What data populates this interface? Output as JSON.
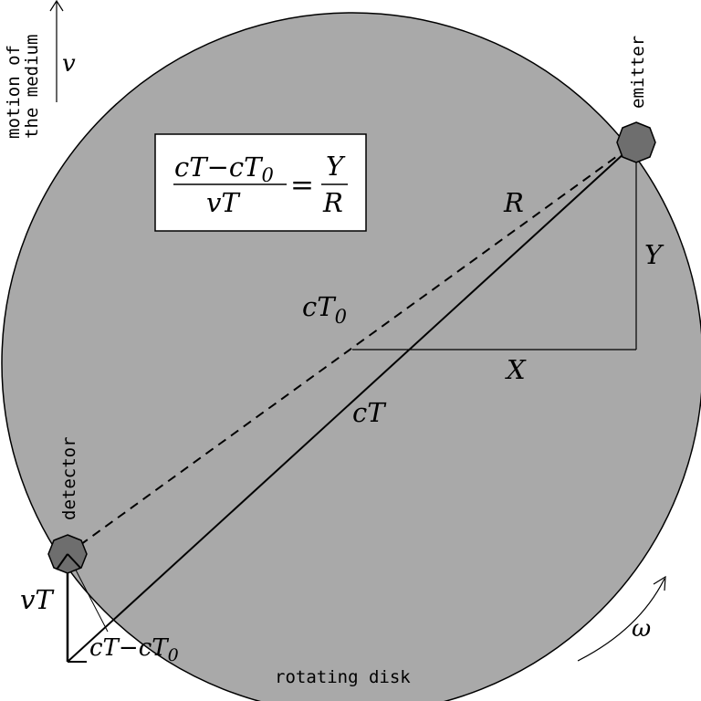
{
  "labels": {
    "motion_line1": "motion of",
    "motion_line2": "the medium",
    "v": "v",
    "emitter": "emitter",
    "detector": "detector",
    "rotating_disk": "rotating disk",
    "R": "R",
    "Y": "Y",
    "X": "X",
    "cT0_T": "cT",
    "cT0_sub": "0",
    "cT": "cT",
    "vT": "vT",
    "cT_minus_cT0_main": "cT−cT",
    "cT_minus_cT0_sub": "0",
    "omega": "ω"
  },
  "formula": {
    "numerator_main": "cT−cT",
    "numerator_sub": "0",
    "denominator": "vT",
    "equals": "=",
    "rhs_numerator": "Y",
    "rhs_denominator": "R"
  },
  "colors": {
    "disk": "#a9a9a9",
    "node": "#6e6e6e",
    "formula_box": "#ffffff"
  }
}
